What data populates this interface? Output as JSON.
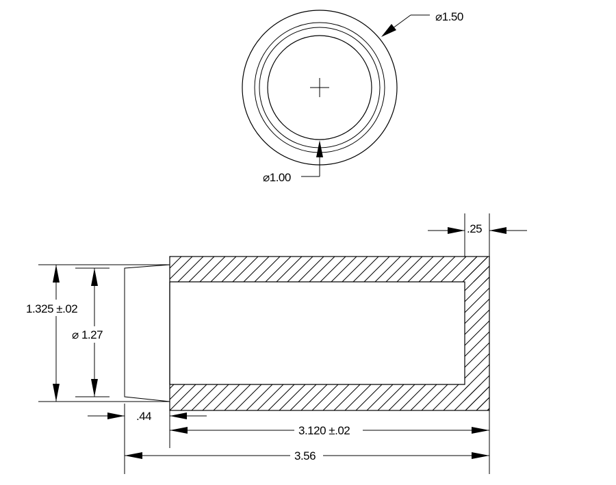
{
  "top_view": {
    "outer_dia_label": "⌀1.50",
    "inner_dia_label": "⌀1.00"
  },
  "side_view": {
    "wall_label": ".25",
    "height_label": "1.325  ±.02",
    "bore_label": "⌀ 1.27",
    "chamfer_label": ".44",
    "body_length_label": "3.120  ±.02",
    "overall_length_label": "3.56"
  }
}
